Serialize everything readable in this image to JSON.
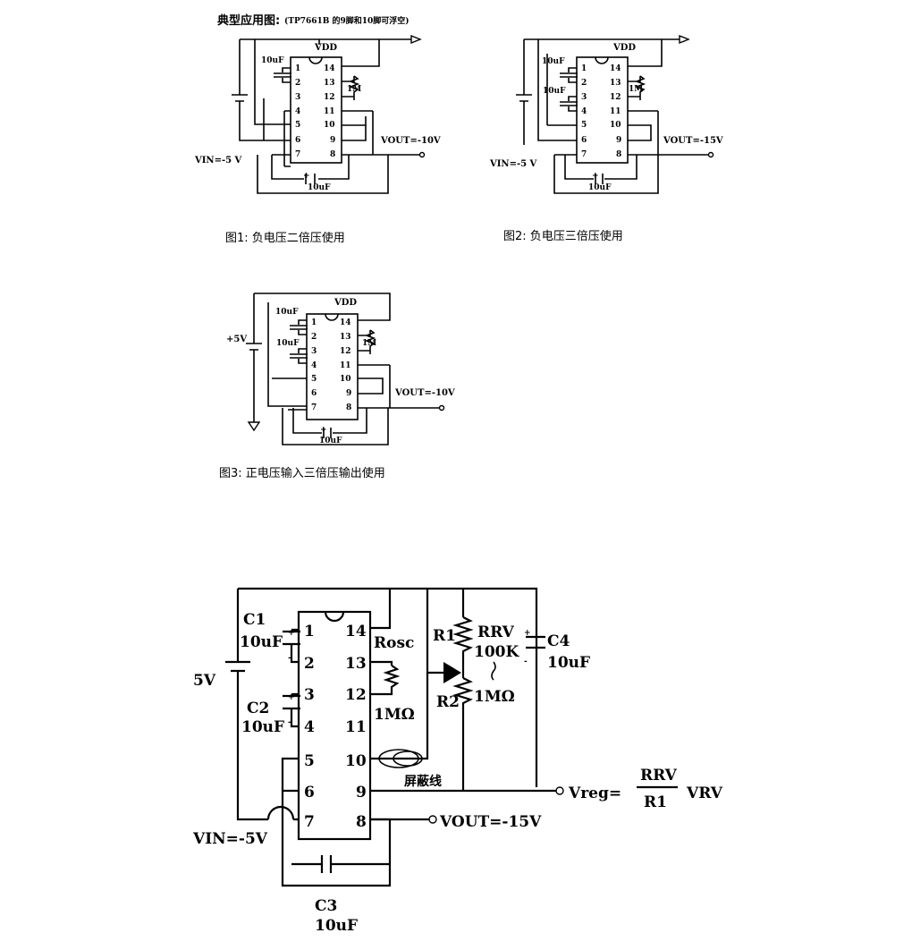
{
  "header": {
    "title": "典型应用图:",
    "note": "(TP7661B 的9脚和10脚可浮空)"
  },
  "fig1": {
    "vdd": "VDD",
    "cap_top": "10uF",
    "res": "1M",
    "vout": "VOUT=-10V",
    "vin": "VIN=-5 V",
    "cap_bottom": "10uF",
    "caption": "图1:  负电压二倍压使用",
    "pins_left": [
      "1",
      "2",
      "3",
      "4",
      "5",
      "6",
      "7"
    ],
    "pins_right": [
      "14",
      "13",
      "12",
      "11",
      "10",
      "9",
      "8"
    ]
  },
  "fig2": {
    "vdd": "VDD",
    "cap_a": "10uF",
    "cap_b": "10uF",
    "res": "1M",
    "vout": "VOUT=-15V",
    "vin": "VIN=-5 V",
    "cap_bottom": "10uF",
    "caption": "图2:  负电压三倍压使用",
    "pins_left": [
      "1",
      "2",
      "3",
      "4",
      "5",
      "6",
      "7"
    ],
    "pins_right": [
      "14",
      "13",
      "12",
      "11",
      "10",
      "9",
      "8"
    ]
  },
  "fig3": {
    "vdd": "VDD",
    "cap_a": "10uF",
    "cap_b": "10uF",
    "res": "1M",
    "vin": "+5V",
    "vout": "VOUT=-10V",
    "cap_bottom": "10uF",
    "caption": "图3:  正电压输入三倍压输出使用",
    "pins_left": [
      "1",
      "2",
      "3",
      "4",
      "5",
      "6",
      "7"
    ],
    "pins_right": [
      "14",
      "13",
      "12",
      "11",
      "10",
      "9",
      "8"
    ]
  },
  "fig4": {
    "c1": "C1",
    "c1_val": "10uF",
    "c2": "C2",
    "c2_val": "10uF",
    "c3": "C3",
    "c3_val": "10uF",
    "c4": "C4",
    "c4_val": "10uF",
    "supply": "5V",
    "vin": "VIN=-5V",
    "rosc": "Rosc",
    "rosc_val": "1MΩ",
    "r1": "R1",
    "r2": "R2",
    "rrv": "RRV",
    "rrv_val": "100K",
    "r2_val": "1MΩ",
    "shield": "屏蔽线",
    "vreg_lhs": "Vreg=",
    "vreg_num": "RRV",
    "vreg_den": "R1",
    "vreg_tail": "VRV",
    "vout": "VOUT=-15V",
    "pins_left": [
      "1",
      "2",
      "3",
      "4",
      "5",
      "6",
      "7"
    ],
    "pins_right": [
      "14",
      "13",
      "12",
      "11",
      "10",
      "9",
      "8"
    ]
  }
}
